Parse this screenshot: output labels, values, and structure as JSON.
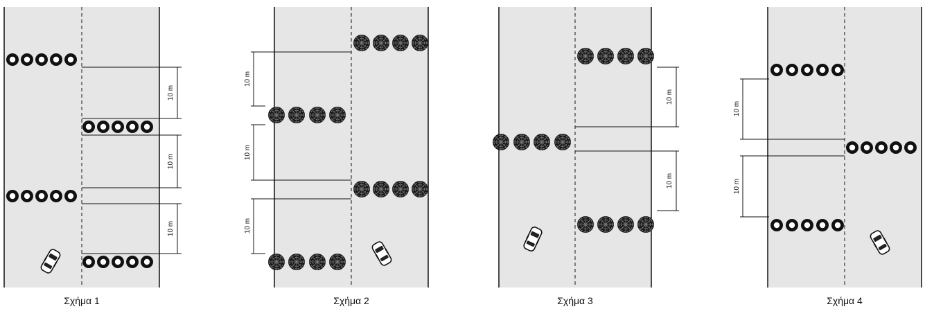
{
  "figures": [
    {
      "caption": "Σχήμα 1",
      "tire_style": "plain",
      "dimensions": [
        "10 m",
        "10 m",
        "10 m"
      ]
    },
    {
      "caption": "Σχήμα 2",
      "tire_style": "tread",
      "dimensions": [
        "10 m",
        "10 m",
        "10 m"
      ]
    },
    {
      "caption": "Σχήμα 3",
      "tire_style": "tread",
      "dimensions": [
        "10 m",
        "10 m"
      ]
    },
    {
      "caption": "Σχήμα 4",
      "tire_style": "plain",
      "dimensions": [
        "10 m",
        "10 m"
      ]
    }
  ],
  "colors": {
    "road": "#e6e6e6",
    "line": "#111111",
    "tire": "#111111"
  }
}
